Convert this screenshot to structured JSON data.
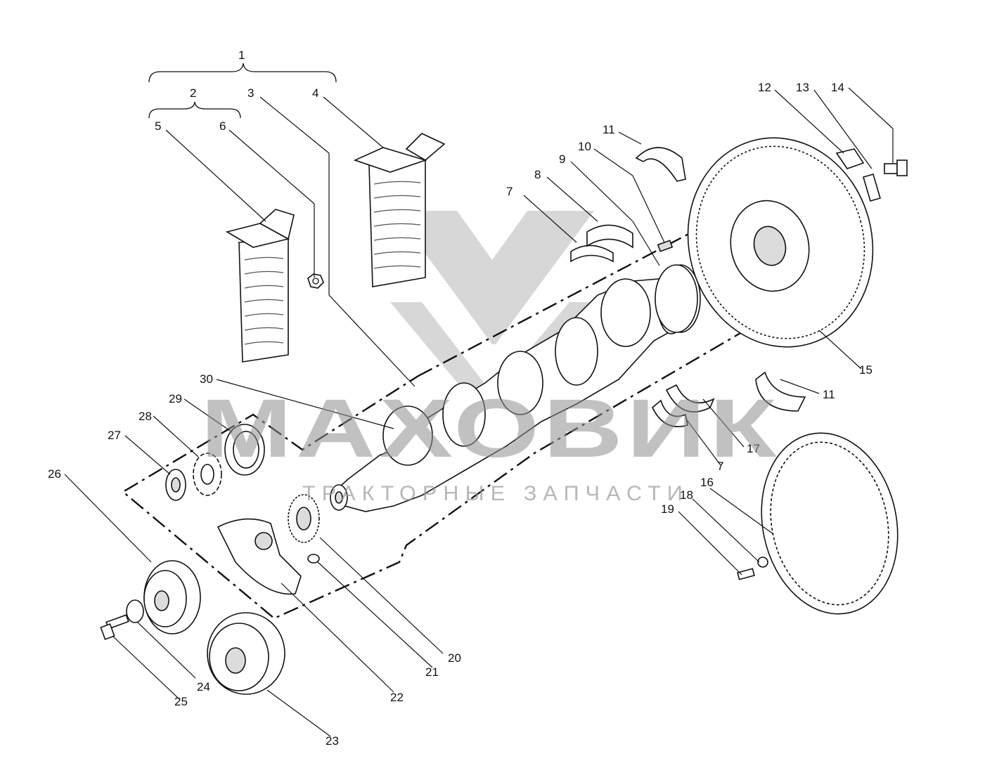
{
  "watermark": {
    "brand": "МАХОВИК",
    "tagline": "ТРАКТОРНЫЕ ЗАПЧАСТИ",
    "logo_color": "#8f8f8f"
  },
  "callouts": [
    "1",
    "2",
    "3",
    "4",
    "5",
    "6",
    "7",
    "8",
    "9",
    "10",
    "11",
    "12",
    "13",
    "14",
    "15",
    "16",
    "17",
    "18",
    "19",
    "20",
    "21",
    "22",
    "23",
    "24",
    "25",
    "26",
    "27",
    "28",
    "29",
    "30",
    "11",
    "7"
  ],
  "parts": [
    {
      "id": "1",
      "icon": "bracket-group-icon"
    },
    {
      "id": "2",
      "icon": "bracket-group-icon"
    },
    {
      "id": "4",
      "icon": "bearing-box-icon"
    },
    {
      "id": "5",
      "icon": "bearing-box-icon"
    },
    {
      "id": "6",
      "icon": "nut-icon"
    },
    {
      "id": "7",
      "icon": "bearing-shell-icon"
    },
    {
      "id": "8",
      "icon": "bearing-shell-icon"
    },
    {
      "id": "9",
      "icon": "seal-ring-icon"
    },
    {
      "id": "10",
      "icon": "pin-icon"
    },
    {
      "id": "11",
      "icon": "thrust-halfring-icon"
    },
    {
      "id": "12",
      "icon": "lock-plate-icon"
    },
    {
      "id": "13",
      "icon": "washer-icon"
    },
    {
      "id": "14",
      "icon": "bolt-icon"
    },
    {
      "id": "15",
      "icon": "flywheel-icon"
    },
    {
      "id": "16",
      "icon": "ring-gear-icon"
    },
    {
      "id": "18",
      "icon": "washer-icon"
    },
    {
      "id": "19",
      "icon": "bolt-icon"
    },
    {
      "id": "20",
      "icon": "gear-icon"
    },
    {
      "id": "21",
      "icon": "key-icon"
    },
    {
      "id": "22",
      "icon": "counterweight-icon"
    },
    {
      "id": "23",
      "icon": "pulley-icon"
    },
    {
      "id": "24",
      "icon": "washer-icon"
    },
    {
      "id": "25",
      "icon": "bolt-icon"
    },
    {
      "id": "26",
      "icon": "damper-icon"
    },
    {
      "id": "27",
      "icon": "nut-icon"
    },
    {
      "id": "28",
      "icon": "lock-washer-icon"
    },
    {
      "id": "29",
      "icon": "oil-seal-icon"
    },
    {
      "id": "30",
      "icon": "crankshaft-icon"
    }
  ]
}
